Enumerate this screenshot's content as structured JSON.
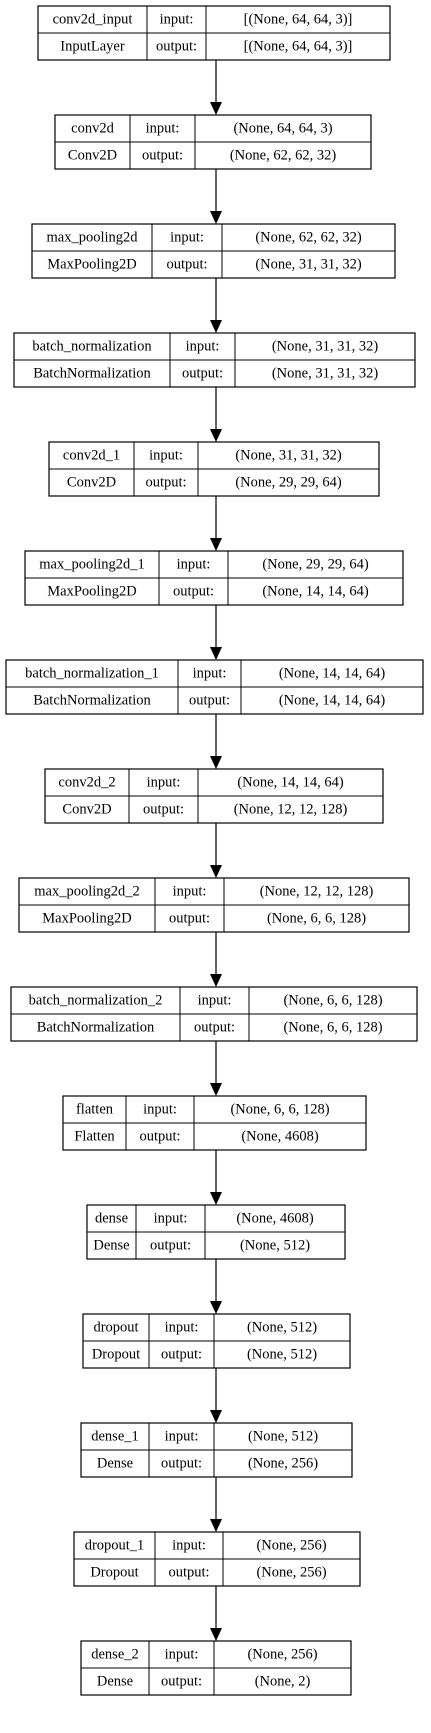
{
  "diagram": {
    "layers": [
      {
        "name": "conv2d_input",
        "type": "InputLayer",
        "input_label": "input:",
        "input_shape": "[(None, 64, 64, 3)]",
        "output_label": "output:",
        "output_shape": "[(None, 64, 64, 3)]"
      },
      {
        "name": "conv2d",
        "type": "Conv2D",
        "input_label": "input:",
        "input_shape": "(None, 64, 64, 3)",
        "output_label": "output:",
        "output_shape": "(None, 62, 62, 32)"
      },
      {
        "name": "max_pooling2d",
        "type": "MaxPooling2D",
        "input_label": "input:",
        "input_shape": "(None, 62, 62, 32)",
        "output_label": "output:",
        "output_shape": "(None, 31, 31, 32)"
      },
      {
        "name": "batch_normalization",
        "type": "BatchNormalization",
        "input_label": "input:",
        "input_shape": "(None, 31, 31, 32)",
        "output_label": "output:",
        "output_shape": "(None, 31, 31, 32)"
      },
      {
        "name": "conv2d_1",
        "type": "Conv2D",
        "input_label": "input:",
        "input_shape": "(None, 31, 31, 32)",
        "output_label": "output:",
        "output_shape": "(None, 29, 29, 64)"
      },
      {
        "name": "max_pooling2d_1",
        "type": "MaxPooling2D",
        "input_label": "input:",
        "input_shape": "(None, 29, 29, 64)",
        "output_label": "output:",
        "output_shape": "(None, 14, 14, 64)"
      },
      {
        "name": "batch_normalization_1",
        "type": "BatchNormalization",
        "input_label": "input:",
        "input_shape": "(None, 14, 14, 64)",
        "output_label": "output:",
        "output_shape": "(None, 14, 14, 64)"
      },
      {
        "name": "conv2d_2",
        "type": "Conv2D",
        "input_label": "input:",
        "input_shape": "(None, 14, 14, 64)",
        "output_label": "output:",
        "output_shape": "(None, 12, 12, 128)"
      },
      {
        "name": "max_pooling2d_2",
        "type": "MaxPooling2D",
        "input_label": "input:",
        "input_shape": "(None, 12, 12, 128)",
        "output_label": "output:",
        "output_shape": "(None, 6, 6, 128)"
      },
      {
        "name": "batch_normalization_2",
        "type": "BatchNormalization",
        "input_label": "input:",
        "input_shape": "(None, 6, 6, 128)",
        "output_label": "output:",
        "output_shape": "(None, 6, 6, 128)"
      },
      {
        "name": "flatten",
        "type": "Flatten",
        "input_label": "input:",
        "input_shape": "(None, 6, 6, 128)",
        "output_label": "output:",
        "output_shape": "(None, 4608)"
      },
      {
        "name": "dense",
        "type": "Dense",
        "input_label": "input:",
        "input_shape": "(None, 4608)",
        "output_label": "output:",
        "output_shape": "(None, 512)"
      },
      {
        "name": "dropout",
        "type": "Dropout",
        "input_label": "input:",
        "input_shape": "(None, 512)",
        "output_label": "output:",
        "output_shape": "(None, 512)"
      },
      {
        "name": "dense_1",
        "type": "Dense",
        "input_label": "input:",
        "input_shape": "(None, 512)",
        "output_label": "output:",
        "output_shape": "(None, 256)"
      },
      {
        "name": "dropout_1",
        "type": "Dropout",
        "input_label": "input:",
        "input_shape": "(None, 256)",
        "output_label": "output:",
        "output_shape": "(None, 256)"
      },
      {
        "name": "dense_2",
        "type": "Dense",
        "input_label": "input:",
        "input_shape": "(None, 256)",
        "output_label": "output:",
        "output_shape": "(None, 2)"
      }
    ],
    "colors": {
      "stroke": "#000000",
      "background": "#ffffff",
      "text": "#000000"
    }
  }
}
